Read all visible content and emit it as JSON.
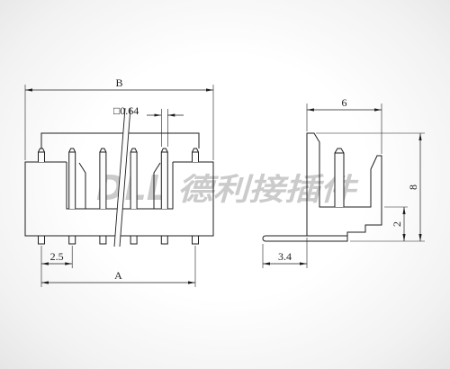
{
  "front_view": {
    "dim_overall_width": "B",
    "dim_pin_size": "□0.64",
    "dim_pitch": "2.5",
    "dim_pin_span": "A"
  },
  "side_view": {
    "dim_depth": "6",
    "dim_height": "8",
    "dim_base_height": "2",
    "dim_lead_length": "3.4"
  },
  "watermark": {
    "brand": "DLL",
    "name": "德利接插件"
  },
  "colors": {
    "line": "#1e1e1e",
    "watermark": "#cbcbcb",
    "background": "#f2f2f2"
  }
}
